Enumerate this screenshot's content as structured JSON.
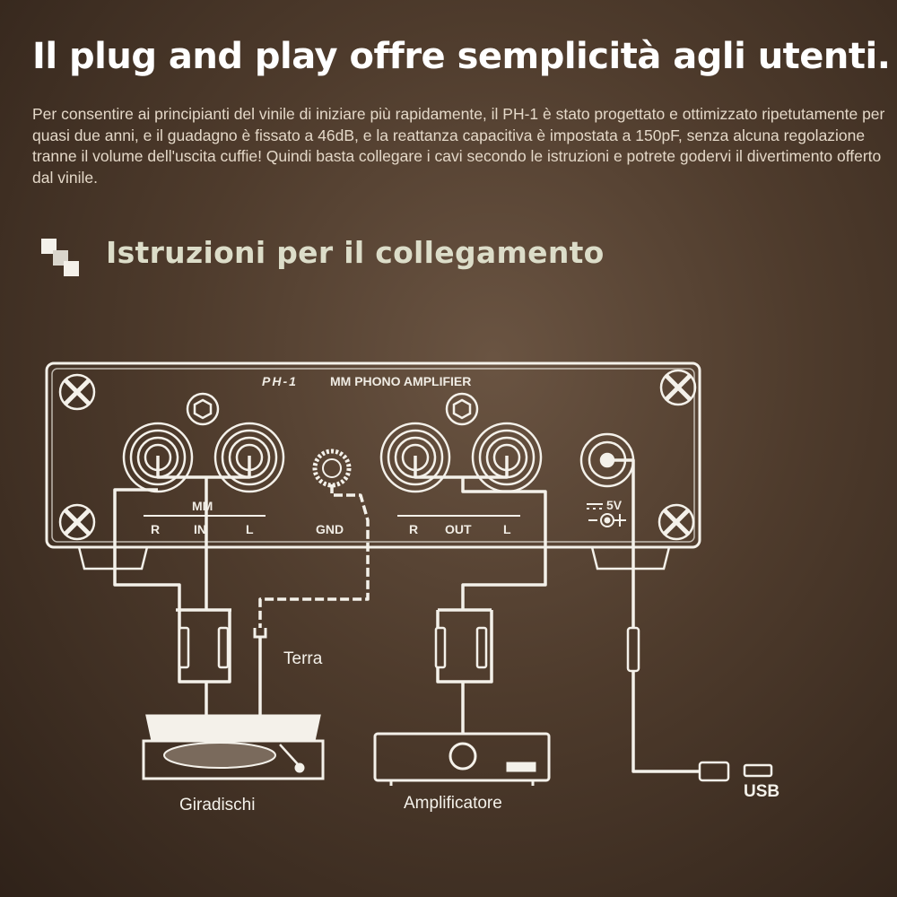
{
  "header": {
    "title": "Il plug and play offre semplicità agli utenti.",
    "intro": "Per consentire ai principianti del vinile di iniziare più rapidamente, il PH-1 è stato progettato e ottimizzato ripetutamente per quasi due anni, e il guadagno è fissato a 46dB, e la reattanza capacitiva è impostata a 150pF, senza alcuna regolazione tranne il volume dell'uscita cuffie! Quindi basta collegare i cavi secondo le istruzioni e potrete godervi il divertimento offerto dal vinile."
  },
  "section": {
    "title": "Istruzioni per il collegamento"
  },
  "panel": {
    "model": "PH-1",
    "name": "MM PHONO AMPLIFIER",
    "mm_label": "MM",
    "in_r": "R",
    "in_label": "IN",
    "in_l": "L",
    "gnd_label": "GND",
    "out_r": "R",
    "out_label": "OUT",
    "out_l": "L",
    "power_label": "5V"
  },
  "devices": {
    "turntable": "Giradischi",
    "amplifier": "Amplificatore",
    "usb": "USB",
    "ground": "Terra"
  },
  "colors": {
    "accent_title": "#dcddc9",
    "line": "#f4f1ea"
  }
}
